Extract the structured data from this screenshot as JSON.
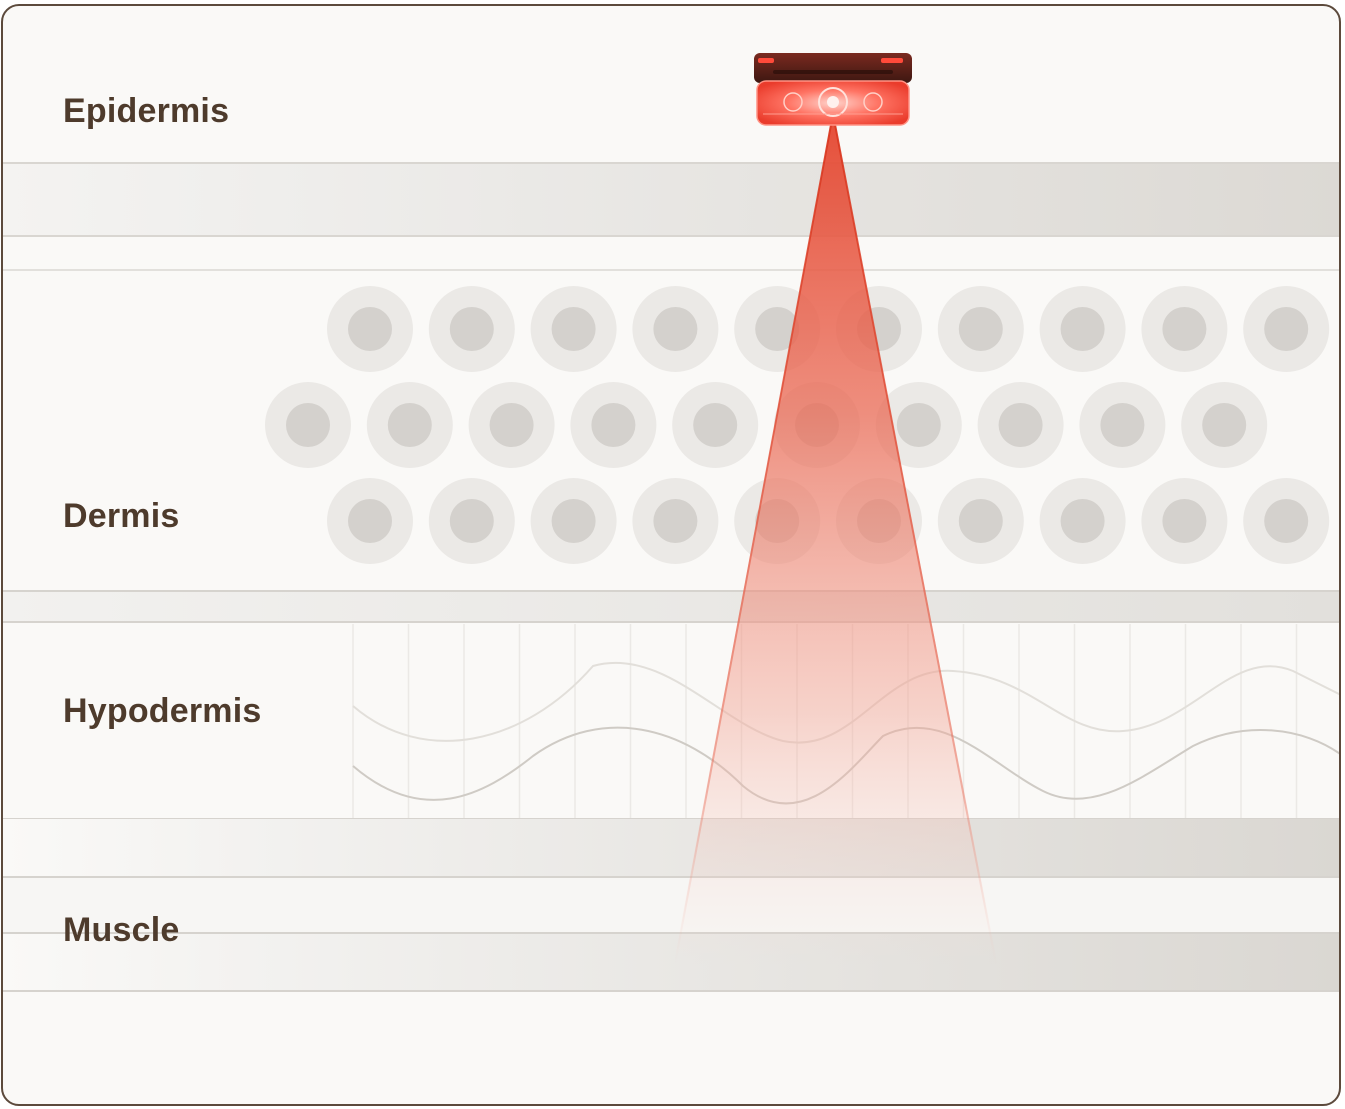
{
  "layers": {
    "epidermis": "Epidermis",
    "dermis": "Dermis",
    "hypodermis": "Hypodermis",
    "muscle": "Muscle"
  },
  "device": {
    "icon": "red-light-therapy-device-icon"
  },
  "colors": {
    "border": "#5c4a3c",
    "label": "#4e3b2c",
    "beam": "#e8553f",
    "background": "#faf9f7"
  }
}
